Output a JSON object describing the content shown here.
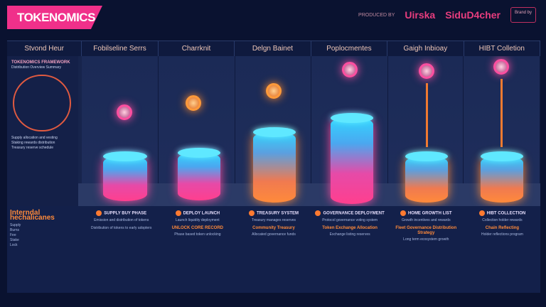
{
  "header": {
    "title": "TOKENOMICS",
    "brand_prefix": "PRODUCED BY",
    "brands": [
      "Uirska",
      "SiduD4cher"
    ],
    "badge": "Brand by"
  },
  "columns": [
    "Stvond Heur",
    "Fobilseline Serrs",
    "Charrknit",
    "Delgn Bainet",
    "Poplocmentes",
    "Gaigh Inbioay",
    "HIBT Colletion"
  ],
  "left_panel": {
    "title": "TOKENOMICS FRAMEWORK",
    "subtitle": "Distribution Overview Summary",
    "notes": [
      "Supply allocation and vesting",
      "Staking rewards distribution",
      "Treasury reserve schedule"
    ]
  },
  "bottom": {
    "left_title": "Interndal hechalicanes",
    "left_items": [
      "Supply",
      "Burns",
      "Fee",
      "Stake",
      "Lock"
    ],
    "sections": [
      {
        "title": "SUPPLY BUY PHASE",
        "text": "Emission and distribution of tokens",
        "sub": "",
        "note": "Distribution of tokens to early adopters"
      },
      {
        "title": "DEPLOY LAUNCH",
        "text": "Launch liquidity deployment",
        "sub": "UNLOCK CORE RECORD",
        "note": "Phase based token unlocking"
      },
      {
        "title": "TREASURY SYSTEM",
        "text": "Treasury manages reserves",
        "sub": "Community Treasury",
        "note": "Allocated governance funds"
      },
      {
        "title": "GOVERNANCE DEPLOYMENT",
        "text": "Protocol governance voting system",
        "sub": "Token Exchange Allocation",
        "note": "Exchange listing reserves"
      },
      {
        "title": "HOME GROWTH LIST",
        "text": "Growth incentives and rewards",
        "sub": "Fleet Governance Distribution Strategy",
        "note": "Long term ecosystem growth"
      },
      {
        "title": "HIBT COLLECTION",
        "text": "Collection holder rewards",
        "sub": "Chain Reflecting",
        "note": "Holder reflections program"
      }
    ]
  }
}
